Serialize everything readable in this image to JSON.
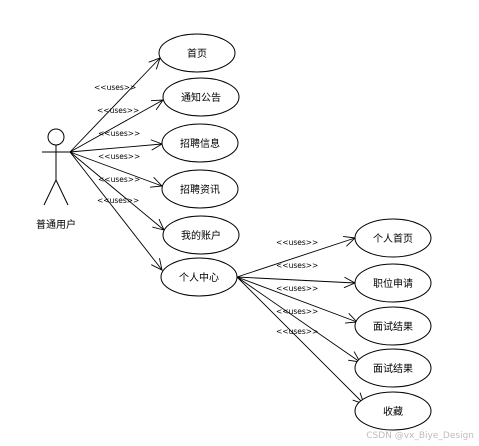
{
  "actor": {
    "label": "普通用户"
  },
  "uses_label": "<<uses>>",
  "use_cases": [
    {
      "id": "home",
      "label": "首页"
    },
    {
      "id": "notice",
      "label": "通知公告"
    },
    {
      "id": "recruit-info",
      "label": "招聘信息"
    },
    {
      "id": "recruit-news",
      "label": "招聘资讯"
    },
    {
      "id": "my-account",
      "label": "我的账户"
    },
    {
      "id": "personal-center",
      "label": "个人中心"
    },
    {
      "id": "personal-home",
      "label": "个人首页"
    },
    {
      "id": "job-apply",
      "label": "职位申请"
    },
    {
      "id": "interview-result-1",
      "label": "面试结果"
    },
    {
      "id": "interview-result-2",
      "label": "面试结果"
    },
    {
      "id": "favorites",
      "label": "收藏"
    }
  ],
  "links": [
    {
      "from": "actor",
      "to": "home",
      "label": "<<uses>>"
    },
    {
      "from": "actor",
      "to": "notice",
      "label": "<<uses>>"
    },
    {
      "from": "actor",
      "to": "recruit-info",
      "label": "<<uses>>"
    },
    {
      "from": "actor",
      "to": "recruit-news",
      "label": "<<uses>>"
    },
    {
      "from": "actor",
      "to": "my-account",
      "label": "<<uses>>"
    },
    {
      "from": "actor",
      "to": "personal-center",
      "label": "<<uses>>"
    },
    {
      "from": "personal-center",
      "to": "personal-home",
      "label": "<<uses>>"
    },
    {
      "from": "personal-center",
      "to": "job-apply",
      "label": "<<uses>>"
    },
    {
      "from": "personal-center",
      "to": "interview-result-1",
      "label": "<<uses>>"
    },
    {
      "from": "personal-center",
      "to": "interview-result-2",
      "label": "<<uses>>"
    },
    {
      "from": "personal-center",
      "to": "favorites",
      "label": "<<uses>>"
    }
  ],
  "watermark": "CSDN @vx_Biye_Design"
}
